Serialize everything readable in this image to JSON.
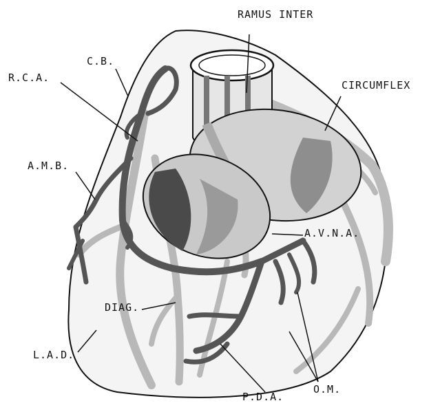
{
  "labels": {
    "ramus": "RAMUS INTER",
    "cb": "C.B.",
    "rca": "R.C.A.",
    "circumflex": "CIRCUMFLEX",
    "amb": "A.M.B.",
    "avna": "A.V.N.A.",
    "diag": "DIAG.",
    "lad": "L.A.D.",
    "pda": "P.D.A.",
    "om": "O.M."
  },
  "colors": {
    "outline": "#111111",
    "heart_fill": "#f4f4f4",
    "vessel_dark": "#555555",
    "vessel_light": "#b8b8b8",
    "valve_dark": "#4a4a4a",
    "valve_mid": "#9a9a9a"
  }
}
